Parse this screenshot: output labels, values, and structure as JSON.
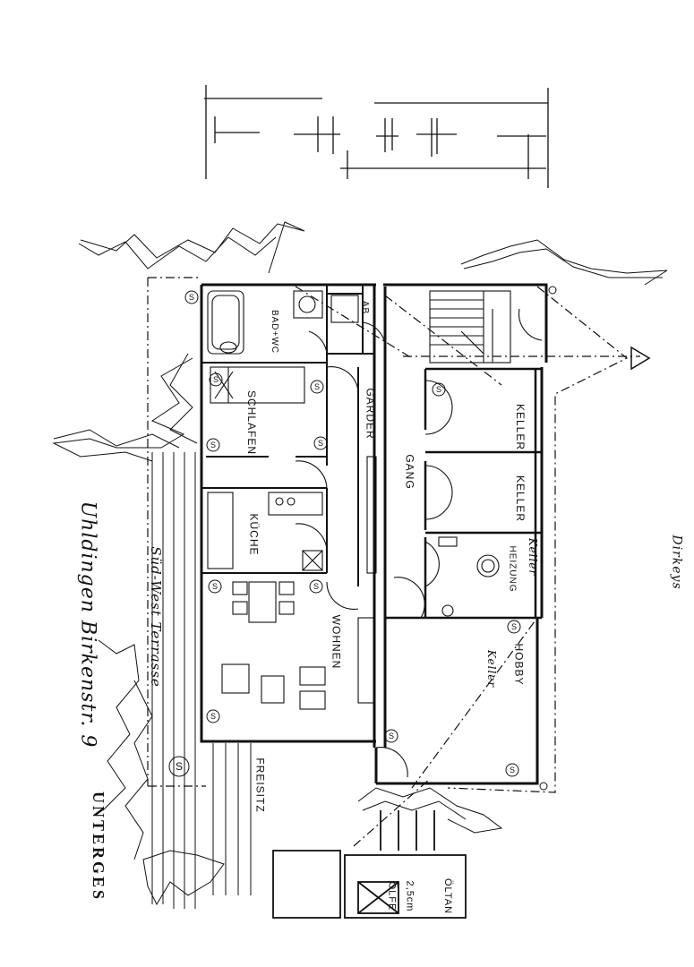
{
  "rooms": {
    "bad_wc": "BAD+WC",
    "ab": "AB",
    "schlafen": "SCHLAFEN",
    "garderobe": "GARDER",
    "kueche": "KÜCHE",
    "gang": "GANG",
    "keller_1": "KELLER",
    "keller_2": "KELLER",
    "heizung": "HEIZUNG",
    "keller_heizung": "Keller",
    "hobby": "HOBBY",
    "hobby_keller": "Keller",
    "wohnen": "WOHNEN",
    "freisitz": "FREISITZ",
    "terrasse": "Süd-West Terrasse"
  },
  "labels": {
    "untergeschoss": "UNTERGES",
    "address": "Uhldingen Birkenstr. 9",
    "dirkeys": "Dirkeys",
    "oeltank": "ÖLTAN",
    "oelfe": "ÖLFE",
    "size": "2,5cm"
  },
  "colors": {
    "ink": "#111111",
    "paper": "#ffffff"
  }
}
